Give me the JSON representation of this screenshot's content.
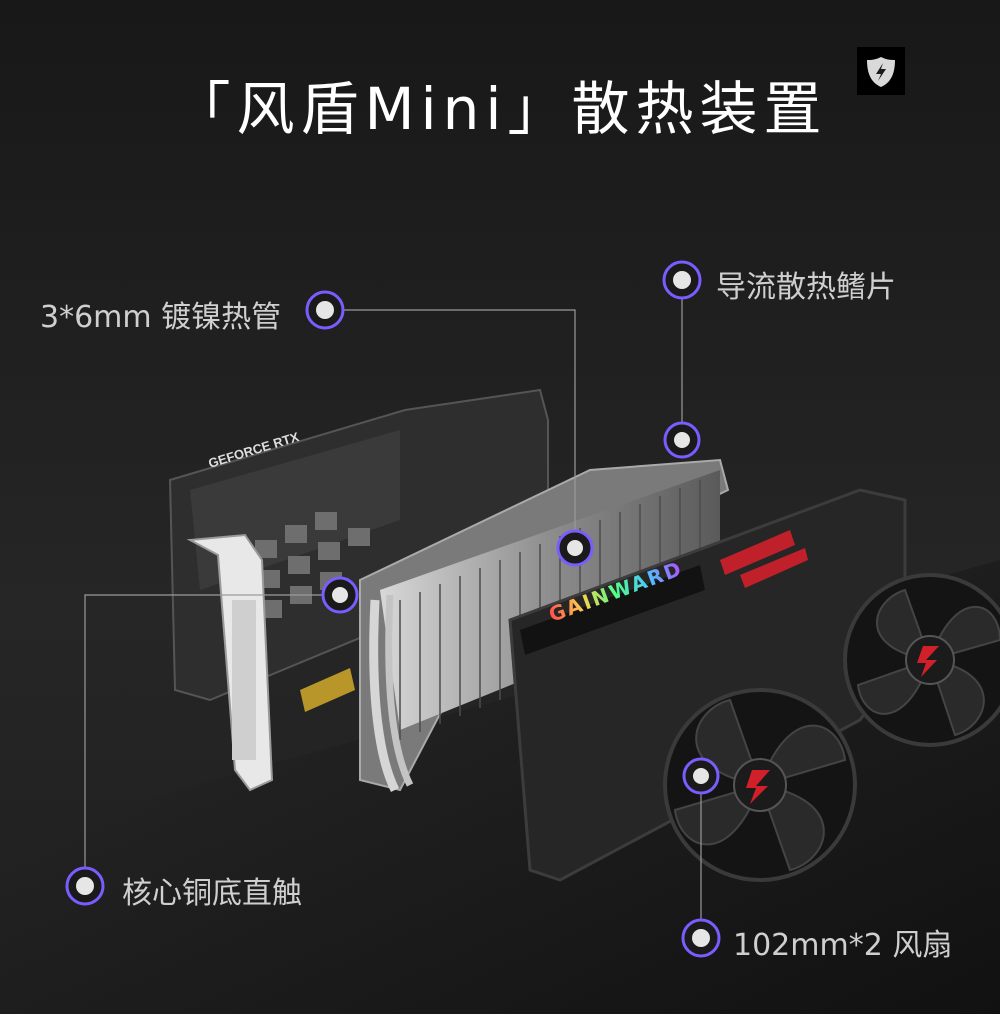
{
  "title": "「风盾Mini」散热装置",
  "callouts": {
    "heatpipe": "3*6mm 镀镍热管",
    "fins": "导流散热鳍片",
    "copper": "核心铜底直触",
    "fans": "102mm*2 风扇"
  },
  "product": {
    "pcb_silkscreen": "GEFORCE RTX",
    "shroud_brand": "GAINWARD"
  },
  "colors": {
    "background": "#1b1b1b",
    "accent_ring": "#7a5cff",
    "label_text": "#cfcfcf",
    "fan_accent": "#d1202a"
  }
}
